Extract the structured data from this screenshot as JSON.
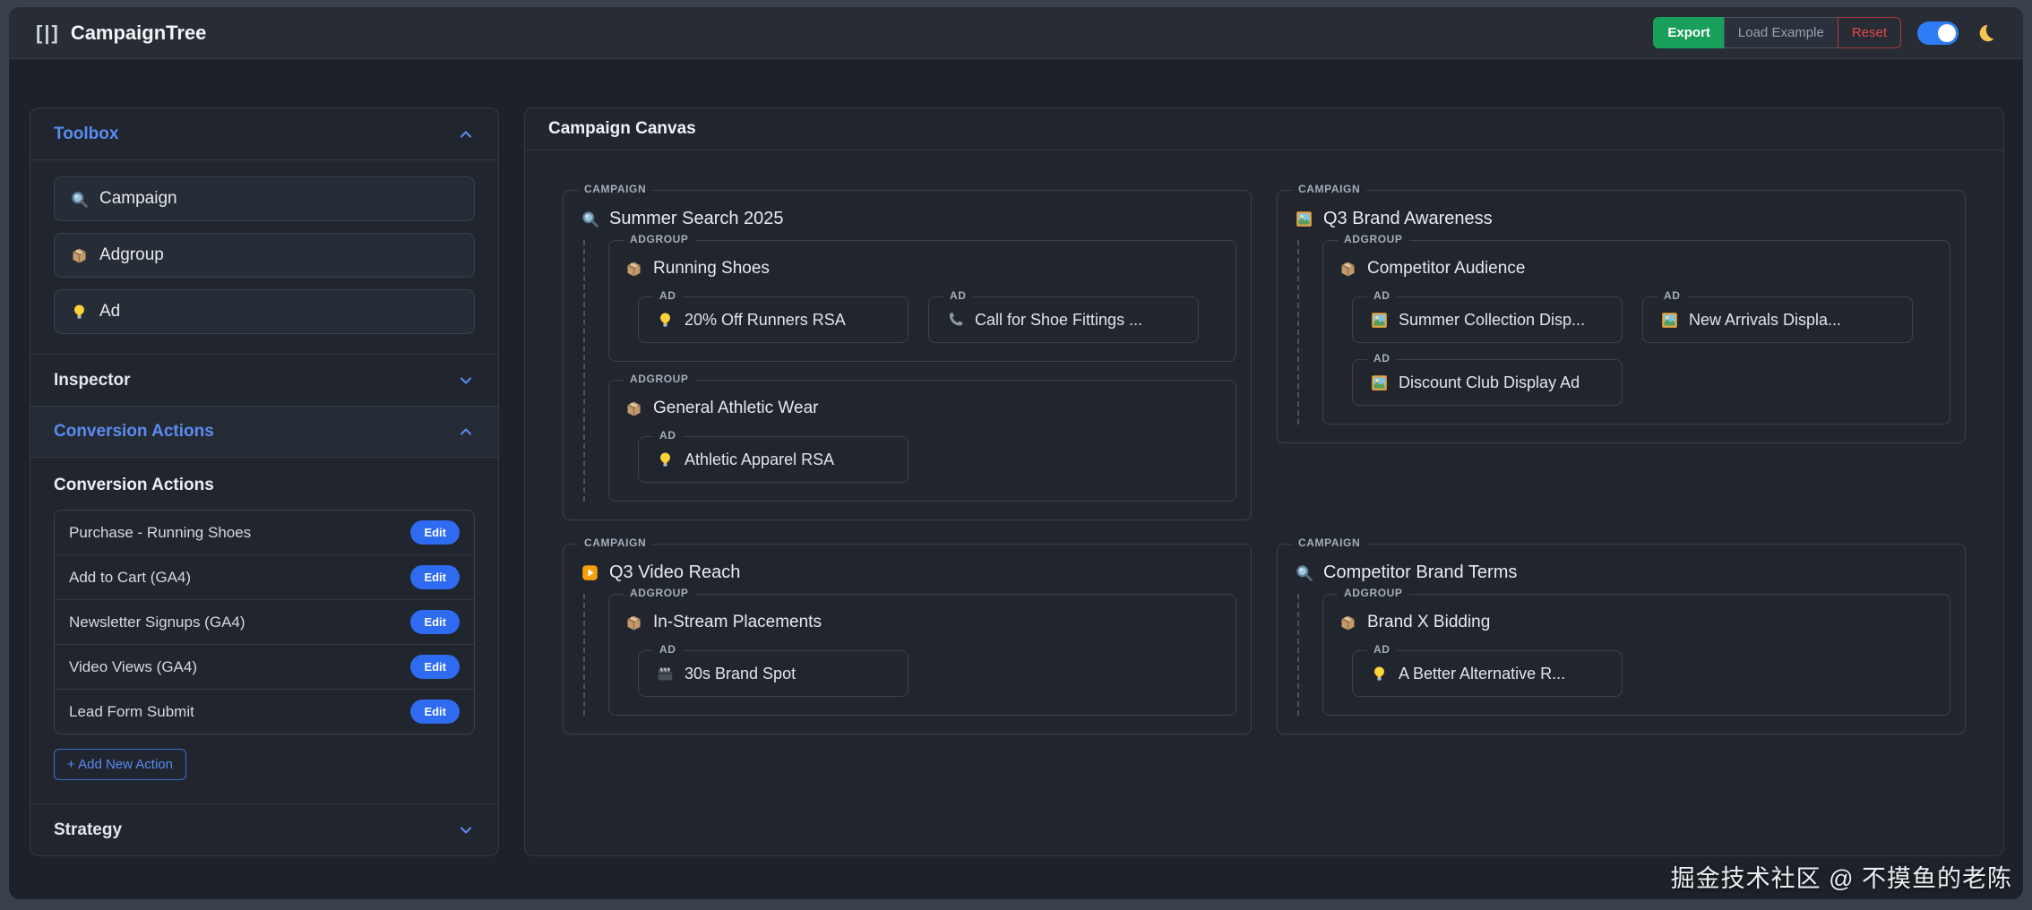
{
  "header": {
    "logo_mark": "[|]",
    "app_title": "CampaignTree",
    "export_label": "Export",
    "load_example_label": "Load Example",
    "reset_label": "Reset",
    "theme_toggle_on": true,
    "moon_icon": "moon"
  },
  "sidebar": {
    "toolbox": {
      "title": "Toolbox",
      "expanded": true,
      "items": [
        {
          "icon": "search",
          "label": "Campaign"
        },
        {
          "icon": "package",
          "label": "Adgroup"
        },
        {
          "icon": "bulb",
          "label": "Ad"
        }
      ]
    },
    "inspector": {
      "title": "Inspector",
      "expanded": false
    },
    "conversion": {
      "title": "Conversion Actions",
      "expanded": true,
      "heading": "Conversion Actions",
      "edit_label": "Edit",
      "actions": [
        {
          "label": "Purchase - Running Shoes"
        },
        {
          "label": "Add to Cart (GA4)"
        },
        {
          "label": "Newsletter Signups (GA4)"
        },
        {
          "label": "Video Views (GA4)"
        },
        {
          "label": "Lead Form Submit"
        }
      ],
      "add_button_label": "+ Add New Action"
    },
    "strategy": {
      "title": "Strategy",
      "expanded": false
    }
  },
  "canvas": {
    "title": "Campaign Canvas",
    "campaign_tag": "CAMPAIGN",
    "adgroup_tag": "ADGROUP",
    "ad_tag": "AD",
    "campaigns": [
      {
        "icon": "search",
        "name": "Summer Search 2025",
        "adgroups": [
          {
            "icon": "package",
            "name": "Running Shoes",
            "ads": [
              {
                "icon": "bulb",
                "label": "20% Off Runners RSA"
              },
              {
                "icon": "phone",
                "label": "Call for Shoe Fittings ..."
              }
            ]
          },
          {
            "icon": "package",
            "name": "General Athletic Wear",
            "ads": [
              {
                "icon": "bulb",
                "label": "Athletic Apparel RSA"
              }
            ]
          }
        ]
      },
      {
        "icon": "picture",
        "name": "Q3 Brand Awareness",
        "adgroups": [
          {
            "icon": "package",
            "name": "Competitor Audience",
            "ads": [
              {
                "icon": "picture",
                "label": "Summer Collection Disp..."
              },
              {
                "icon": "picture",
                "label": "New Arrivals Displa..."
              },
              {
                "icon": "picture",
                "label": "Discount Club Display Ad"
              }
            ]
          }
        ]
      },
      {
        "icon": "play",
        "name": "Q3 Video Reach",
        "adgroups": [
          {
            "icon": "package",
            "name": "In-Stream Placements",
            "ads": [
              {
                "icon": "clapper",
                "label": "30s Brand Spot"
              }
            ]
          }
        ]
      },
      {
        "icon": "search",
        "name": "Competitor Brand Terms",
        "adgroups": [
          {
            "icon": "package",
            "name": "Brand X Bidding",
            "ads": [
              {
                "icon": "bulb",
                "label": "A Better Alternative R..."
              }
            ]
          }
        ]
      }
    ]
  },
  "watermark": "掘金技术社区 @ 不摸鱼的老陈",
  "colors": {
    "accent_blue": "#5b8bf0",
    "export_green": "#18a05a",
    "reset_red": "#e5484d",
    "toggle_blue": "#2f7df6",
    "panel_bg": "#20252e"
  }
}
